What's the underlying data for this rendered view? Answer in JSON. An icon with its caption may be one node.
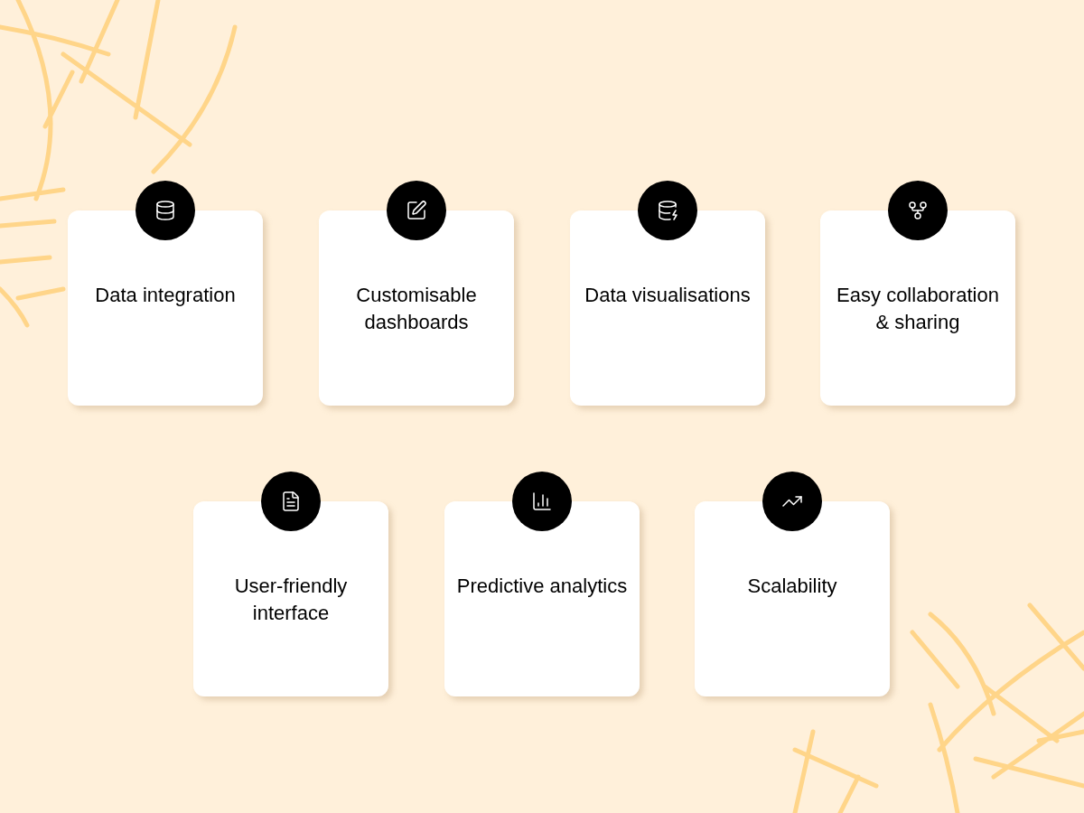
{
  "diagram": {
    "nodes": [
      {
        "text": [
          "Data integration"
        ]
      },
      {
        "text": [
          "Customisable dashboards"
        ]
      },
      {
        "text": [
          "Data visualisations"
        ]
      },
      {
        "text": [
          "Easy collaboration & sharing"
        ]
      },
      {
        "text": [
          "User-friendly interface"
        ]
      },
      {
        "text": [
          "Predictive analytics"
        ]
      },
      {
        "text": [
          "Scalability"
        ]
      }
    ]
  }
}
